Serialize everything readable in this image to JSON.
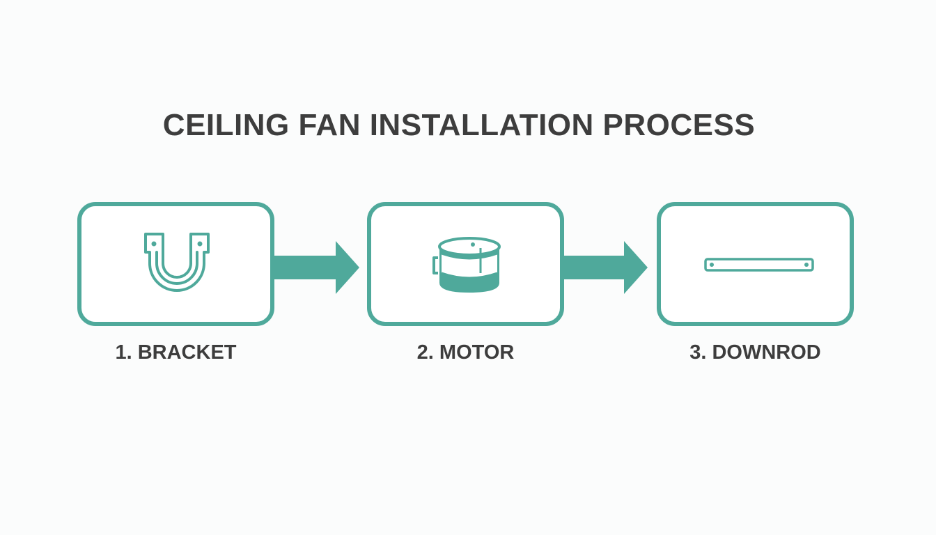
{
  "title": "CEILING FAN INSTALLATION PROCESS",
  "colors": {
    "accent": "#4fa99b",
    "text": "#3d3d3d",
    "background": "#fbfcfc"
  },
  "steps": [
    {
      "label": "1. BRACKET",
      "icon": "bracket-icon"
    },
    {
      "label": "2. MOTOR",
      "icon": "motor-icon"
    },
    {
      "label": "3. DOWNROD",
      "icon": "downrod-icon"
    }
  ]
}
